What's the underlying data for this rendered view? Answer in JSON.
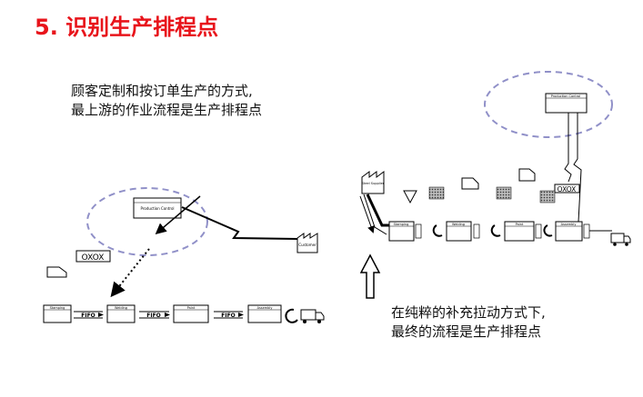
{
  "title": "5.  识别生产排程点",
  "left_panel": {
    "description": [
      "顾客定制和按订单生产的方式,",
      "最上游的作业流程是生产排程点"
    ],
    "production_control": "Production Control",
    "customer": "Customer",
    "kanban_signal": "OXOX",
    "fifo_label": "FIFO",
    "processes": [
      "Stamping",
      "Welding",
      "Paint",
      "Assembly"
    ]
  },
  "right_panel": {
    "description": [
      "在纯粹的补充拉动方式下,",
      "最终的流程是生产排程点"
    ],
    "production_control": "Production Control",
    "supplier": "Steel Supplier",
    "kanban_signal": "OXOX",
    "processes": [
      "Stamping",
      "Welding",
      "Paint",
      "Assembly"
    ]
  },
  "colors": {
    "title": "#e8141b",
    "dashed_ellipse": "#9090c8",
    "box_fill": "#ffffff",
    "line": "#000000"
  }
}
